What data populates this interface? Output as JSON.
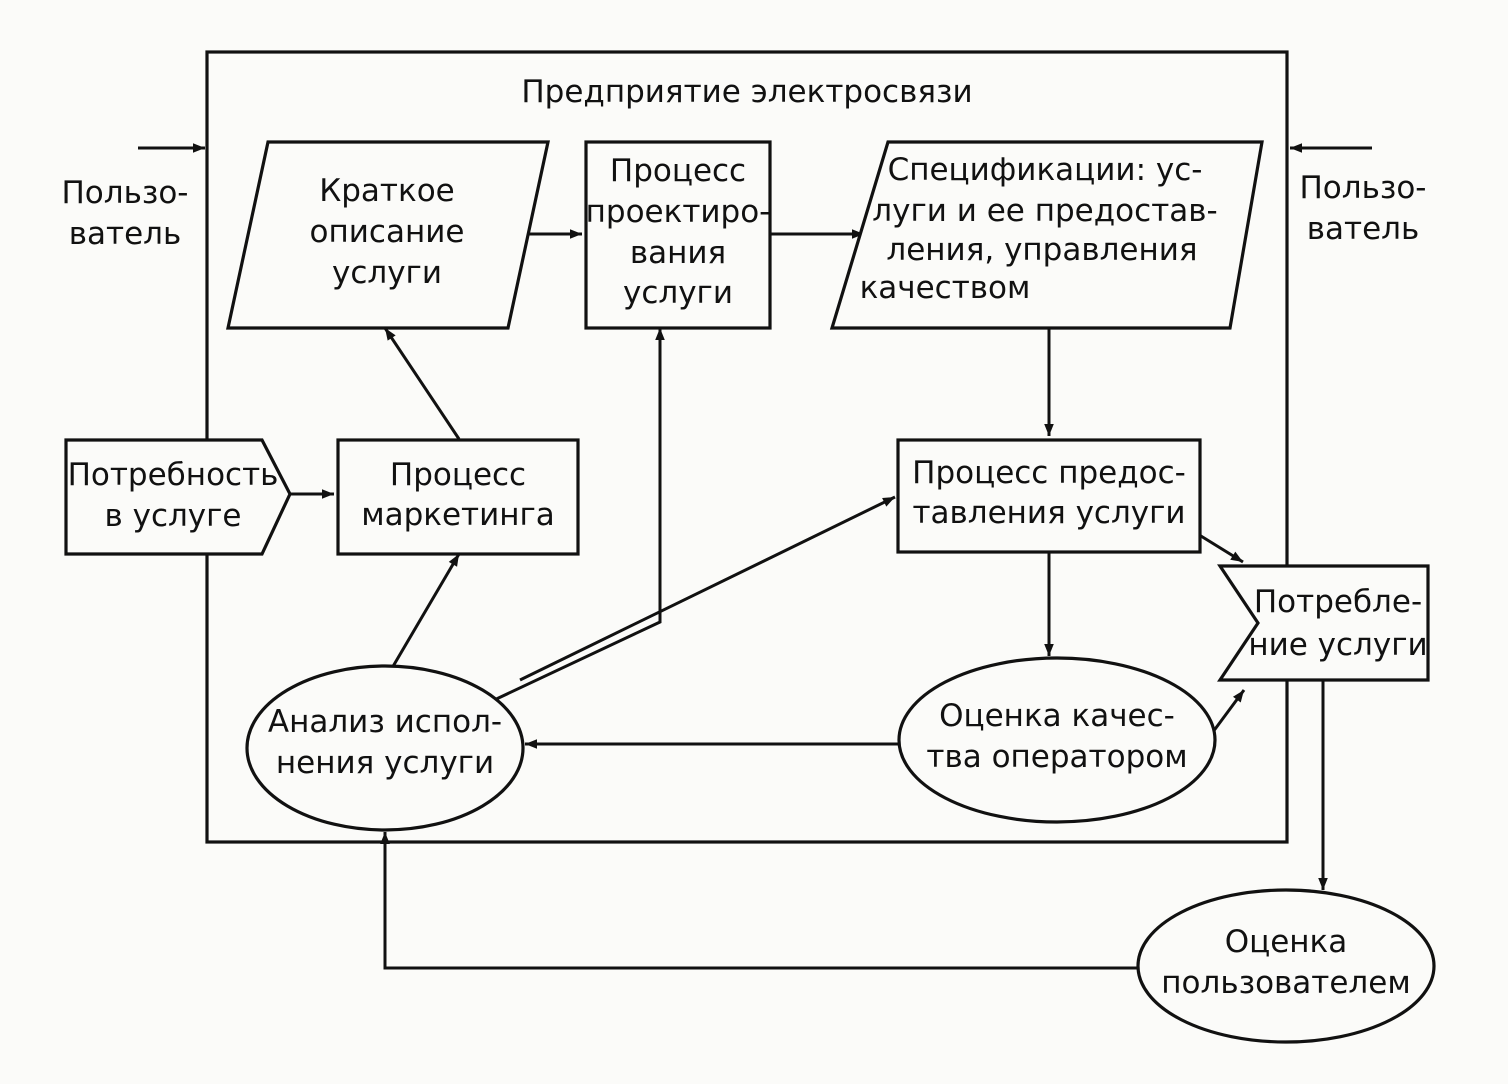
{
  "diagram": {
    "title": "Предприятие электросвязи",
    "user_left": [
      "Пользо-",
      "ватель"
    ],
    "user_right": [
      "Пользо-",
      "ватель"
    ],
    "need": [
      "Потребность",
      "в услуге"
    ],
    "marketing": [
      "Процесс",
      "маркетинга"
    ],
    "brief": [
      "Краткое",
      "описание",
      "услуги"
    ],
    "design": [
      "Процесс",
      "проектиро-",
      "вания",
      "услуги"
    ],
    "specs": [
      "Спецификации: ус-",
      "луги и ее предостав-",
      "ления,  управления",
      "качеством"
    ],
    "delivery": [
      "Процесс предос-",
      "тавления услуги"
    ],
    "consumption": [
      "Потребле-",
      "ние услуги"
    ],
    "analysis": [
      "Анализ испол-",
      "нения услуги"
    ],
    "operator_eval": [
      "Оценка качес-",
      "тва оператором"
    ],
    "user_eval": [
      "Оценка",
      "пользователем"
    ]
  }
}
